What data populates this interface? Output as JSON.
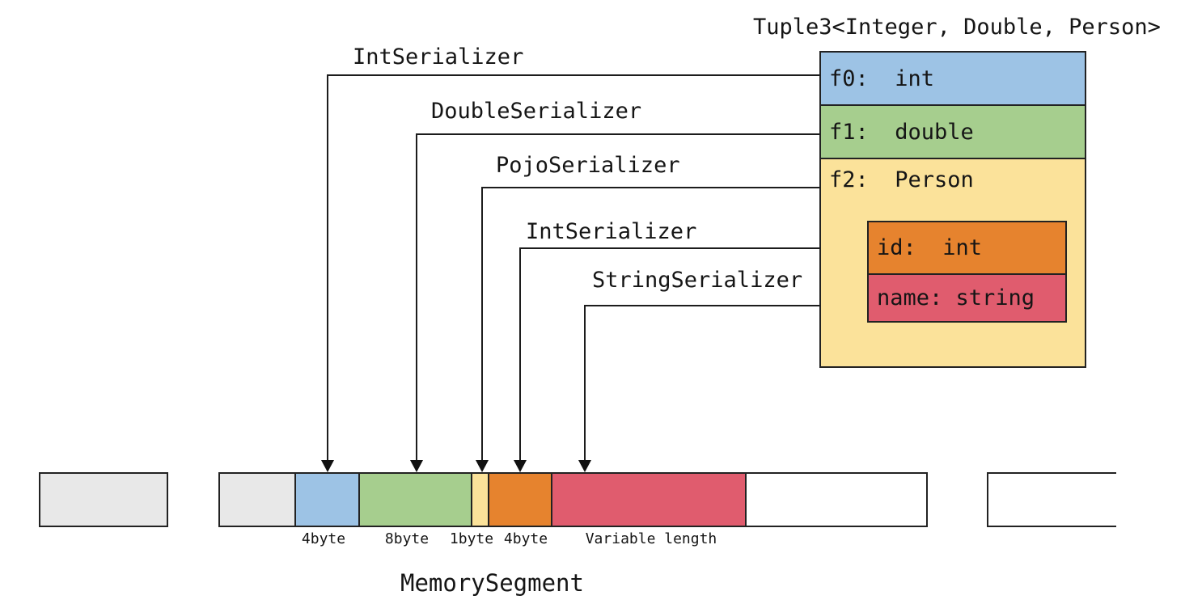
{
  "title": "Tuple3<Integer, Double, Person>",
  "colors": {
    "blue": "#9DC3E5",
    "green": "#A6CE8E",
    "yellow": "#FBE29A",
    "orange": "#E6832E",
    "red": "#E05C6E",
    "gray": "#E8E8E8",
    "white": "#FFFFFF"
  },
  "tuple": {
    "fields": [
      {
        "name": "f0",
        "label": "f0:  int"
      },
      {
        "name": "f1",
        "label": "f1:  double"
      },
      {
        "name": "f2",
        "label": "f2:  Person"
      }
    ],
    "person_fields": [
      {
        "name": "id",
        "label": "id:  int"
      },
      {
        "name": "name",
        "label": "name: string"
      }
    ]
  },
  "serializers": [
    {
      "label": "IntSerializer"
    },
    {
      "label": "DoubleSerializer"
    },
    {
      "label": "PojoSerializer"
    },
    {
      "label": "IntSerializer"
    },
    {
      "label": "StringSerializer"
    }
  ],
  "memory": {
    "title": "MemorySegment",
    "size_labels": [
      {
        "label": "4byte"
      },
      {
        "label": "8byte"
      },
      {
        "label": "1byte"
      },
      {
        "label": "4byte"
      },
      {
        "label": "Variable length"
      }
    ]
  }
}
